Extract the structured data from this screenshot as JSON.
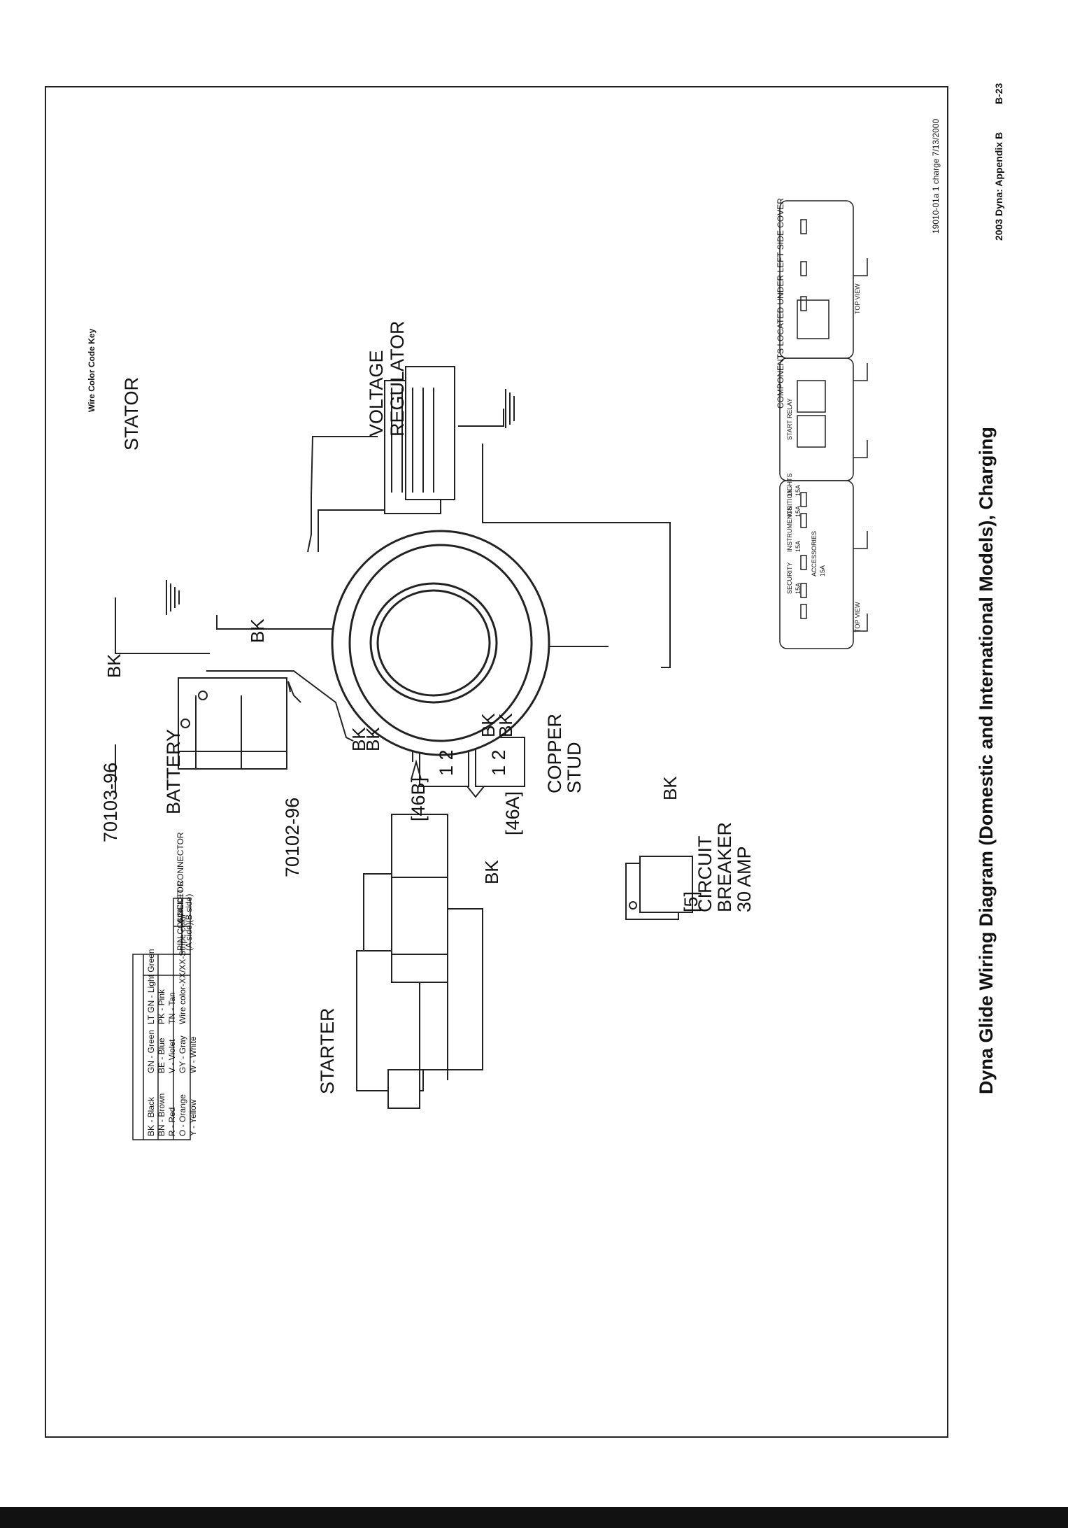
{
  "title": "Dyna Glide Wiring Diagram (Domestic and International Models), Charging",
  "footer": {
    "section": "2003 Dyna: Appendix B",
    "page": "B-23",
    "file_ref": "19010-01a 1 charge 7/13/2000"
  },
  "components": {
    "stator": "STATOR",
    "voltage_regulator": [
      "VOLTAGE",
      "REGULATOR"
    ],
    "battery": "BATTERY",
    "starter": "STARTER",
    "circuit_breaker": [
      "CIRCUIT",
      "BREAKER",
      "30 AMP"
    ],
    "circuit_breaker_ref": "[5]",
    "copper_stud": [
      "COPPER",
      "STUD"
    ]
  },
  "part_numbers": {
    "negative_cable": "70103-96",
    "positive_cable": "70102-96"
  },
  "connectors": [
    {
      "ref": "[46B]",
      "pins": "1 2"
    },
    {
      "ref": "[46A]",
      "pins": "1 2"
    }
  ],
  "wire_labels": {
    "color": "BK"
  },
  "wire_color_key": {
    "title": "Wire Color Code Key",
    "col1": [
      "BK - Black",
      "BN - Brown",
      "R - Red",
      "O - Orange",
      "Y - Yellow"
    ],
    "col2": [
      "GN - Green",
      "BE - Blue",
      "V - Violet",
      "GY - Gray",
      "W - White"
    ],
    "col3": [
      "LT GN - Light Green",
      "PK - Pink",
      "TN - Tan",
      "Wire color-XX/XX-Stripe color"
    ]
  },
  "connector_key": {
    "pin_line1": "PIN CONNECTOR",
    "pin_line2": "(A side)",
    "socket_line1": "SOCKET CONNECTOR",
    "socket_line2": "(B side)"
  },
  "components_panel": {
    "title": "COMPONENTS LOCATED UNDER LEFT SIDE COVER",
    "top_view": "TOP VIEW",
    "start_relay": "START RELAY",
    "fuses": [
      {
        "name": "INSTRUMENTS",
        "rating": "15A"
      },
      {
        "name": "IGNITION",
        "rating": "15A"
      },
      {
        "name": "LIGHTS",
        "rating": "15A"
      },
      {
        "name": "SECURITY",
        "rating": "15A"
      },
      {
        "name": "ACCESSORIES",
        "rating": "15A"
      }
    ]
  }
}
